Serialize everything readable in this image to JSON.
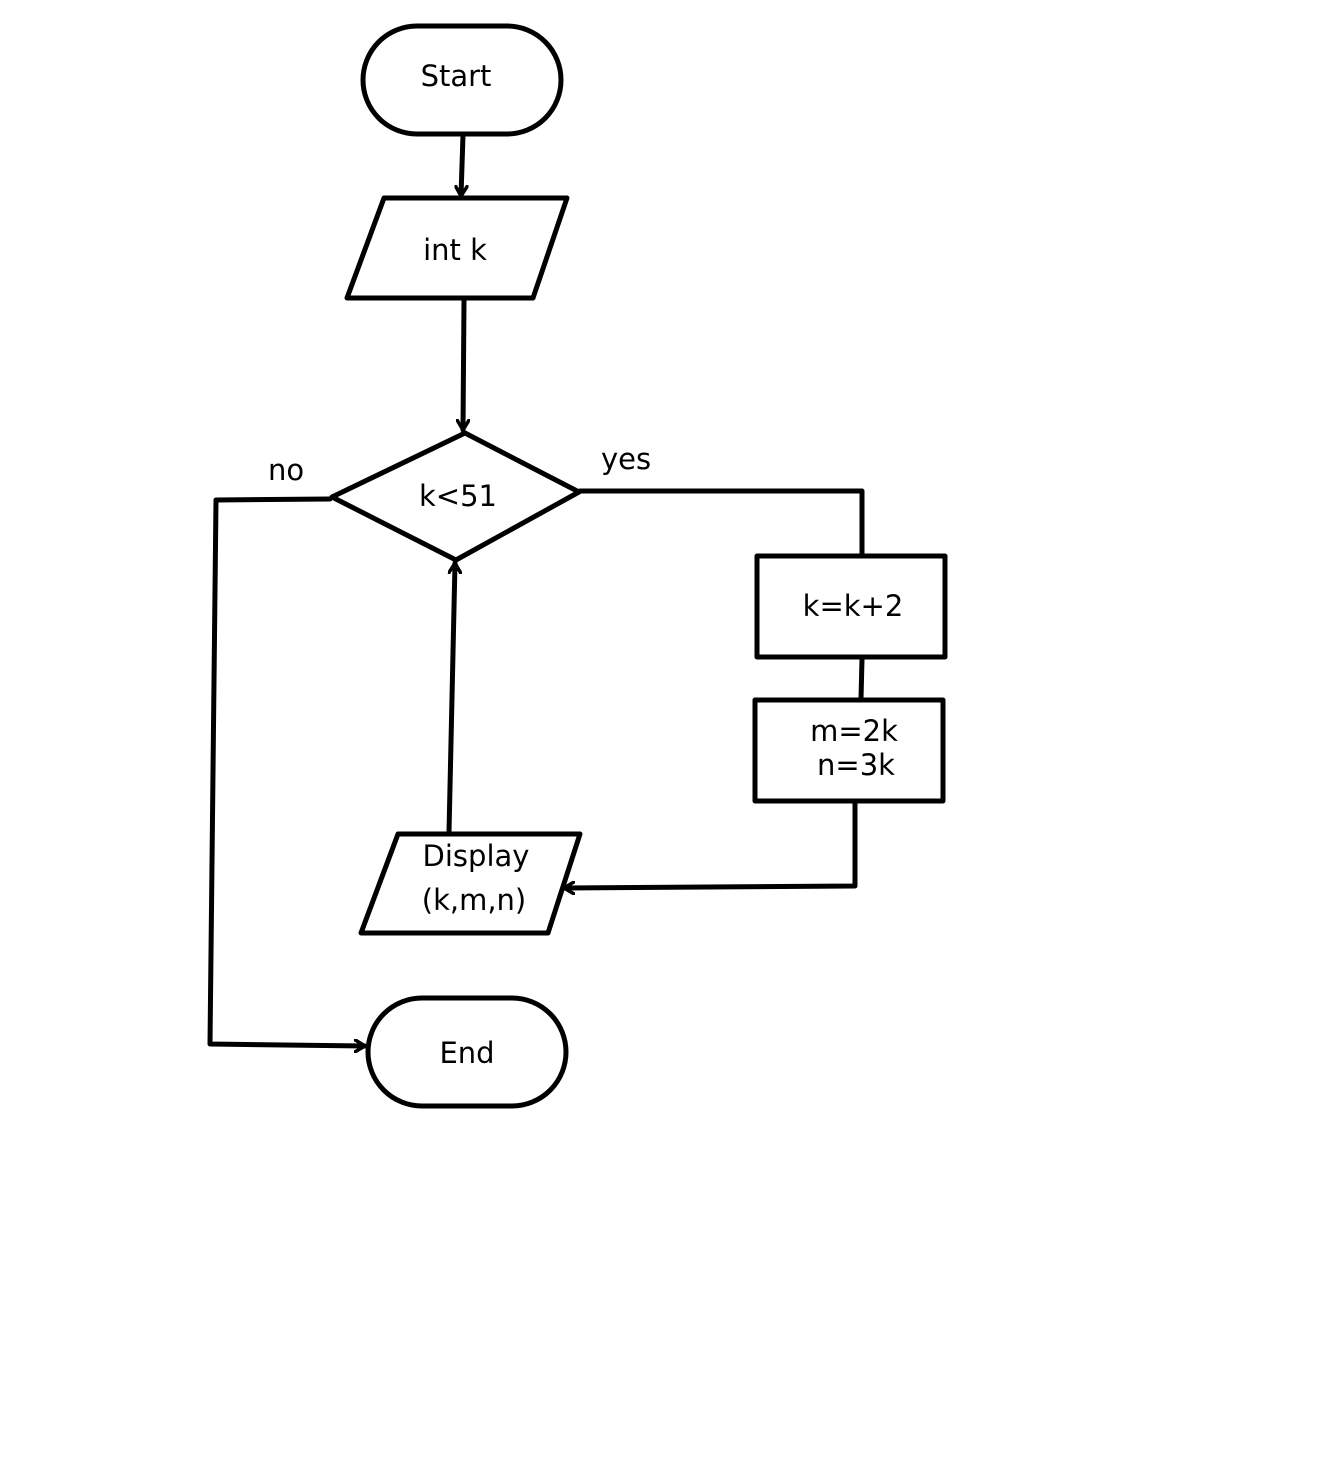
{
  "diagram": {
    "type": "flowchart",
    "nodes": {
      "start": {
        "shape": "terminator",
        "label": "Start"
      },
      "input": {
        "shape": "data",
        "label": "int k"
      },
      "decision": {
        "shape": "decision",
        "label": "k<51"
      },
      "increment": {
        "shape": "process",
        "label": "k=k+2"
      },
      "compute": {
        "shape": "process",
        "lines": [
          "m=2k",
          "n=3k"
        ]
      },
      "display": {
        "shape": "data",
        "lines": [
          "Display",
          "(k,m,n)"
        ]
      },
      "end": {
        "shape": "terminator",
        "label": "End"
      }
    },
    "edges": [
      {
        "from": "start",
        "to": "input",
        "label": ""
      },
      {
        "from": "input",
        "to": "decision",
        "label": ""
      },
      {
        "from": "decision",
        "to": "increment",
        "label": "yes"
      },
      {
        "from": "increment",
        "to": "compute",
        "label": ""
      },
      {
        "from": "compute",
        "to": "display",
        "label": ""
      },
      {
        "from": "display",
        "to": "decision",
        "label": ""
      },
      {
        "from": "decision",
        "to": "end",
        "label": "no"
      }
    ],
    "edge_labels": {
      "yes": "yes",
      "no": "no"
    }
  }
}
